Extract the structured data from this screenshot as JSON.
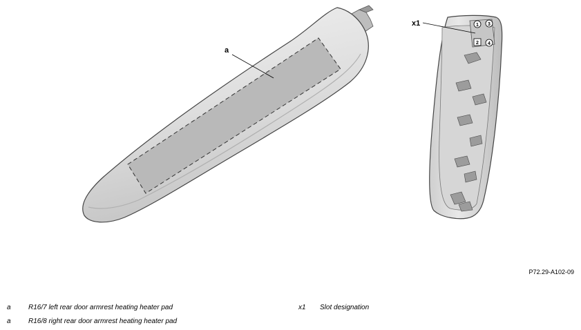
{
  "callouts": {
    "pad": "a",
    "slot": "x1",
    "pins": [
      "1",
      "3",
      "2",
      "4"
    ]
  },
  "figure_id": "P72.29-A102-09",
  "legend": {
    "left": [
      {
        "key": "a",
        "text": "R16/7 left rear door armrest heating heater pad"
      },
      {
        "key": "a",
        "text": "R16/8 right rear door armrest heating heater pad"
      }
    ],
    "right": [
      {
        "key": "x1",
        "text": "Slot designation"
      }
    ]
  }
}
